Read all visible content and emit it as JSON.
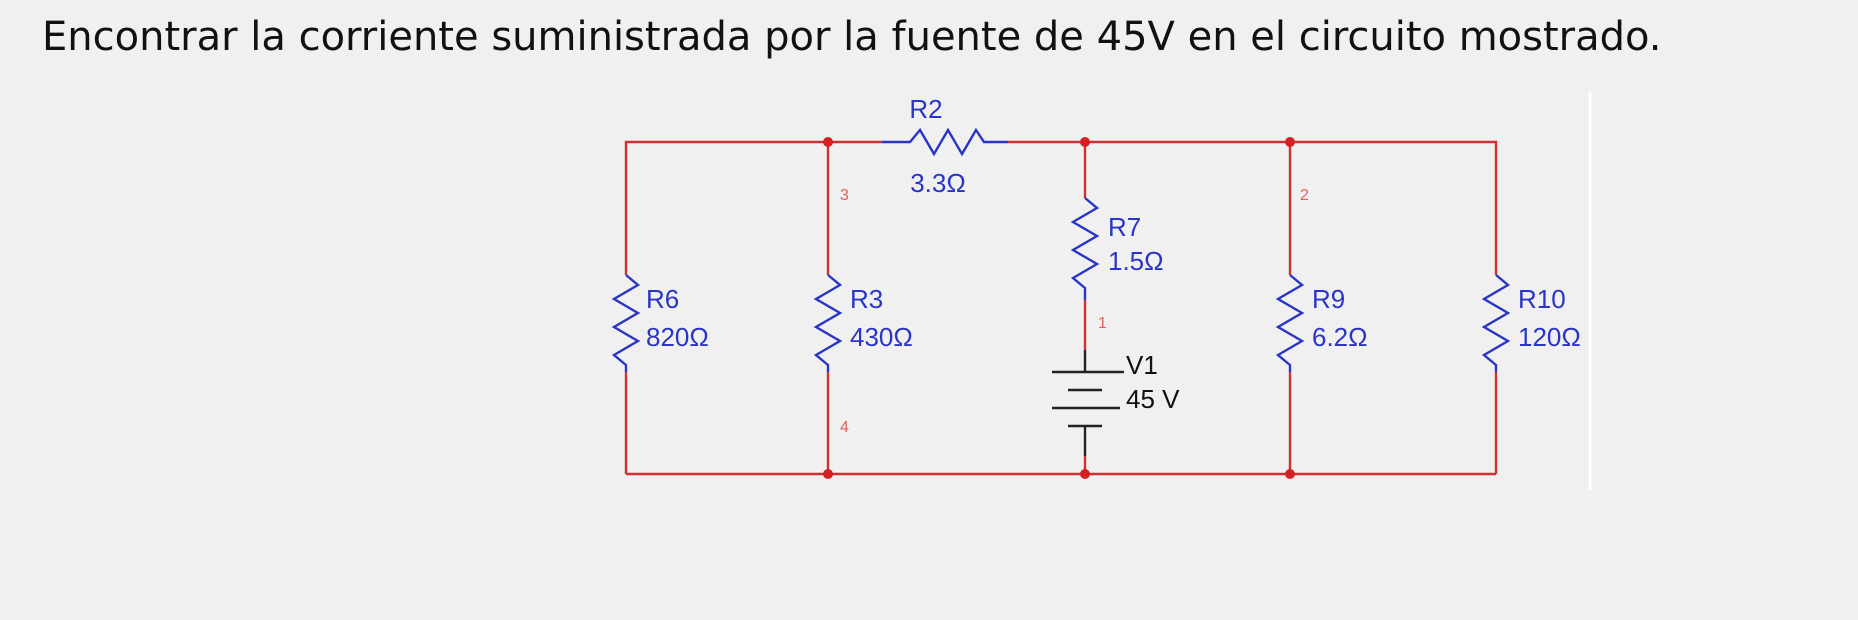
{
  "question": "Encontrar la corriente suministrada por la fuente de 45V en el circuito mostrado.",
  "components": {
    "r2": {
      "name": "R2",
      "value": "3.3Ω"
    },
    "r6": {
      "name": "R6",
      "value": "820Ω"
    },
    "r3": {
      "name": "R3",
      "value": "430Ω"
    },
    "r7": {
      "name": "R7",
      "value": "1.5Ω"
    },
    "r9": {
      "name": "R9",
      "value": "6.2Ω"
    },
    "r10": {
      "name": "R10",
      "value": "120Ω"
    },
    "v1": {
      "name": "V1",
      "value": "45 V"
    }
  },
  "nets": {
    "n1": "1",
    "n2": "2",
    "n3": "3",
    "n4": "4"
  },
  "colors": {
    "wire": "#d03030",
    "resistor": "#2a35c8",
    "node": "#d42020",
    "battery": "#222222"
  }
}
